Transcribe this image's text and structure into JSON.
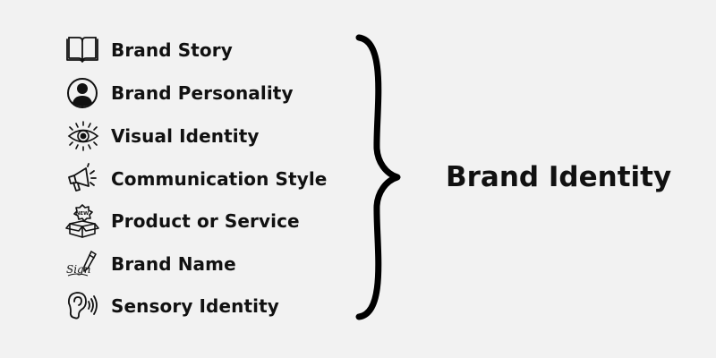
{
  "items": [
    {
      "label": "Brand Story",
      "icon": "open-book-icon"
    },
    {
      "label": "Brand Personality",
      "icon": "person-avatar-icon"
    },
    {
      "label": "Visual Identity",
      "icon": "eye-icon"
    },
    {
      "label": "Communication Style",
      "icon": "megaphone-icon"
    },
    {
      "label": "Product or Service",
      "icon": "product-box-icon"
    },
    {
      "label": "Brand Name",
      "icon": "signature-pen-icon"
    },
    {
      "label": "Sensory Identity",
      "icon": "ear-icon"
    }
  ],
  "result": {
    "label": "Brand Identity"
  },
  "icon_badge": "NEW",
  "signature_text": "Sign"
}
